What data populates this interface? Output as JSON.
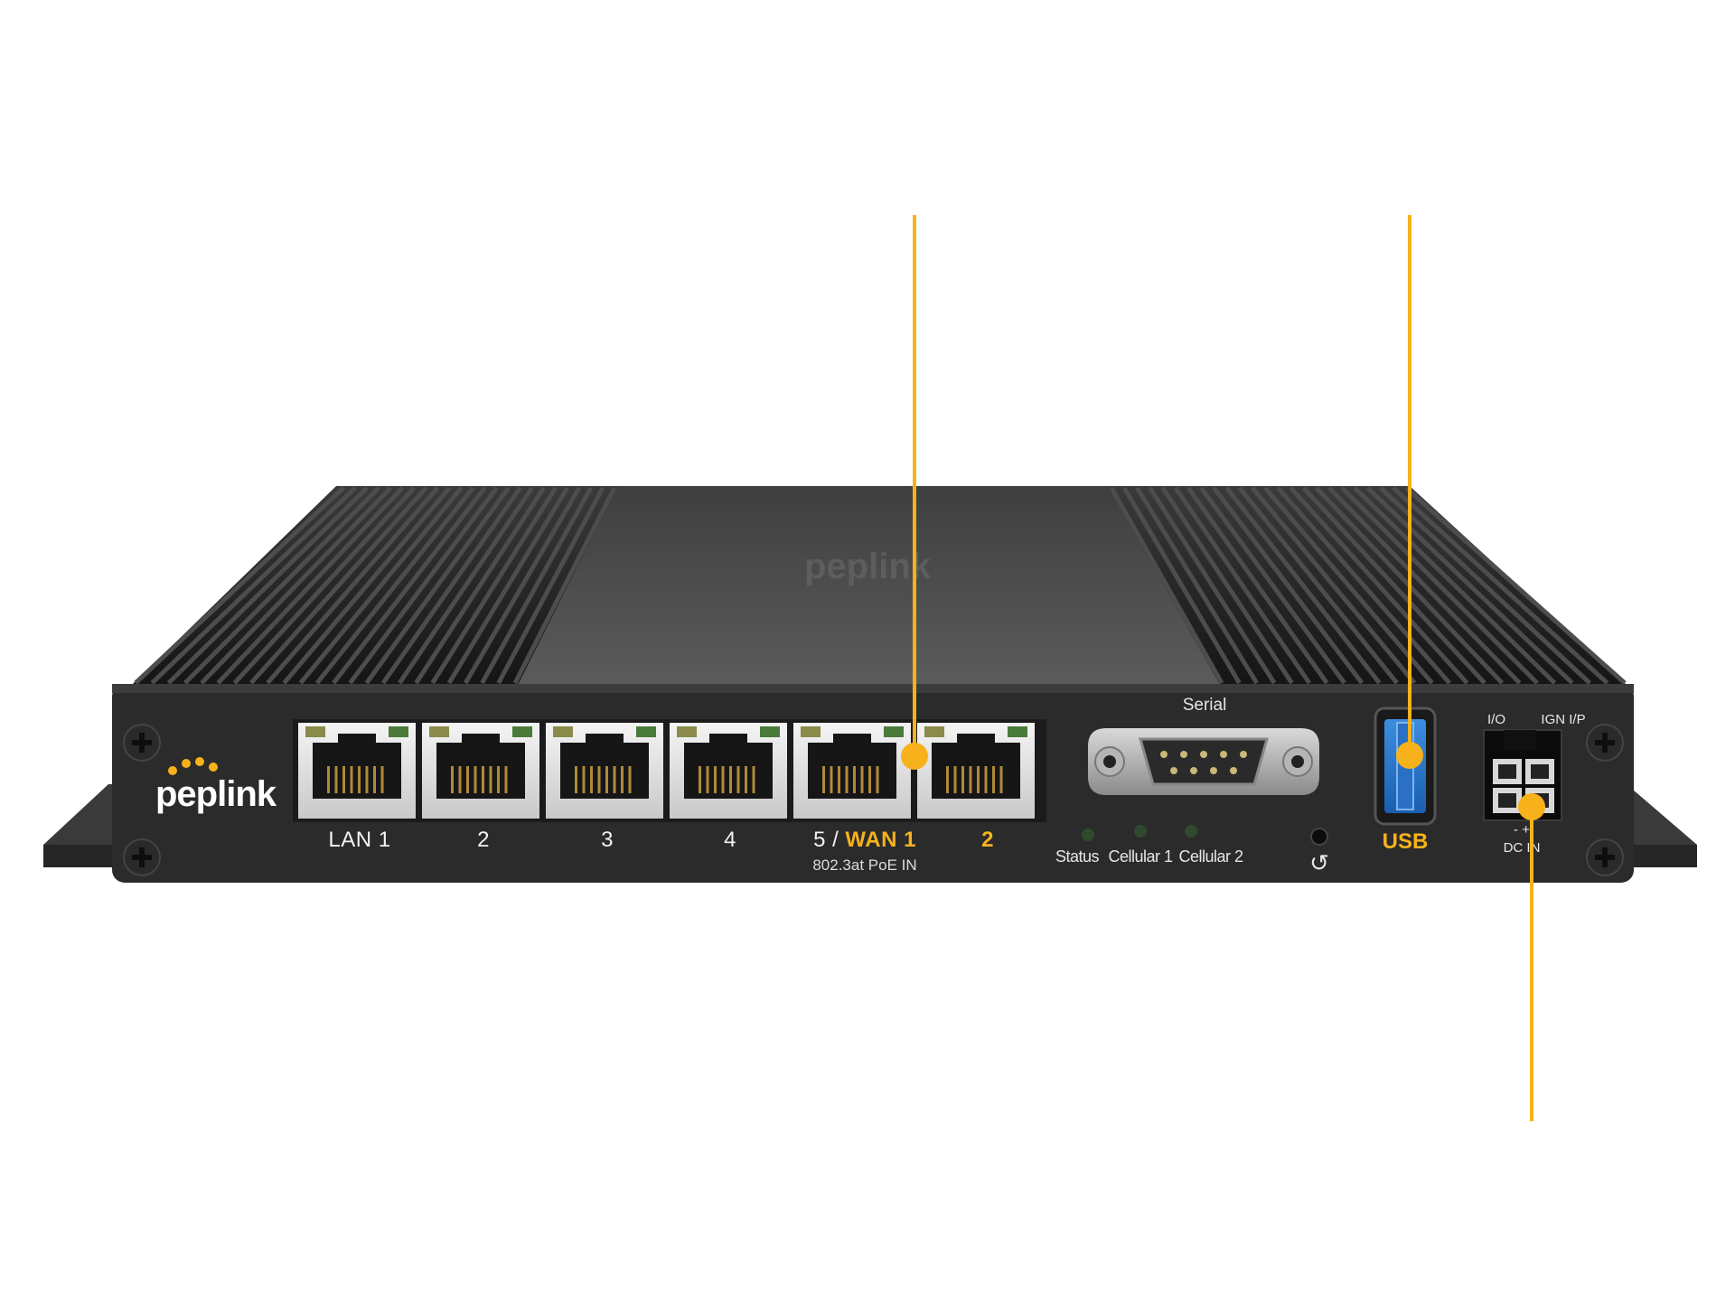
{
  "brand": {
    "logo_text": "peplink",
    "accent_color": "#f7b21b"
  },
  "ports": {
    "lan1_label": "LAN 1",
    "lan2_label": "2",
    "lan3_label": "3",
    "lan4_label": "4",
    "port5_prefix": "5 / ",
    "wan1_label": "WAN 1",
    "wan2_label": "2",
    "poe_note": "802.3at PoE IN"
  },
  "serial_label": "Serial",
  "leds": {
    "status": "Status",
    "cellular1": "Cellular 1",
    "cellular2": "Cellular 2"
  },
  "reset_icon": "reset-icon",
  "usb_label": "USB",
  "power": {
    "io_label": "I/O",
    "ign_label": "IGN I/P",
    "dc_label": "DC IN",
    "polarity": "- +"
  }
}
